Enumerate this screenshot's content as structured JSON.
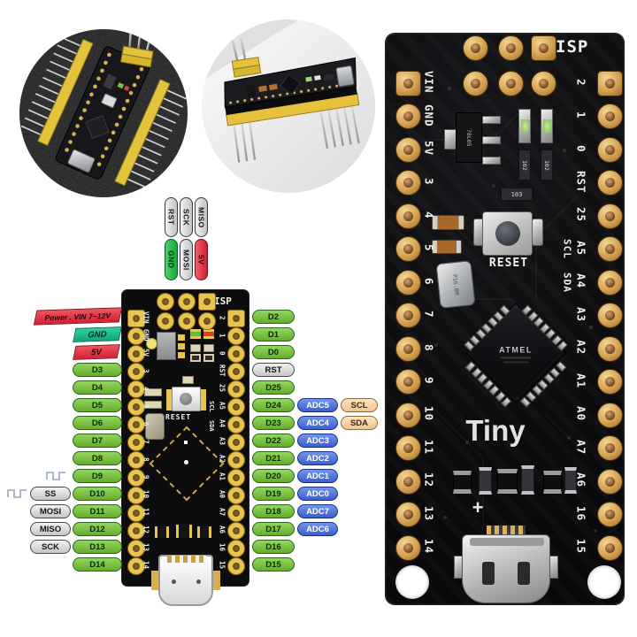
{
  "isp_flying_labels": {
    "top_row": [
      {
        "text": "RST",
        "color": "gray"
      },
      {
        "text": "SCK",
        "color": "gray"
      },
      {
        "text": "MISO",
        "color": "gray"
      }
    ],
    "bottom_row": [
      {
        "text": "GND",
        "color": "green"
      },
      {
        "text": "MOSI",
        "color": "gray"
      },
      {
        "text": "5V",
        "color": "red"
      }
    ]
  },
  "pins": {
    "left": [
      "VIN",
      "GND",
      "5V",
      "3",
      "4",
      "5",
      "6",
      "7",
      "8",
      "9",
      "10",
      "11",
      "12",
      "13",
      "14"
    ],
    "right": [
      "2",
      "1",
      "0",
      "RST",
      "25",
      "A5",
      "A4",
      "A3",
      "A2",
      "A1",
      "A0",
      "A7",
      "A6",
      "16",
      "15"
    ],
    "i2c": [
      "SCL",
      "SDA"
    ]
  },
  "board_silk": {
    "isp": "ISP",
    "reset": "RESET",
    "tiny": "Tiny",
    "plus": "+"
  },
  "markings": {
    "regulator": "78L05",
    "crystal": "P16.0M",
    "chip_logo": "ATMEL",
    "resistor_a": "102",
    "resistor_b": "103"
  },
  "pinout_left": [
    {
      "text": "Power . VIN 7~12V",
      "style": "banner-lg-red"
    },
    {
      "text": "GND",
      "style": "banner-teal"
    },
    {
      "text": "5V",
      "style": "banner-red"
    },
    {
      "text": "D3",
      "style": "green"
    },
    {
      "text": "D4",
      "style": "green"
    },
    {
      "text": "D5",
      "style": "green"
    },
    {
      "text": "D6",
      "style": "green"
    },
    {
      "text": "D7",
      "style": "green"
    },
    {
      "text": "D8",
      "style": "green"
    },
    {
      "text": "D9",
      "style": "green",
      "pwm": true
    },
    {
      "text": "D10",
      "style": "green",
      "alt": "SS",
      "pwm": true
    },
    {
      "text": "D11",
      "style": "green",
      "alt": "MOSI"
    },
    {
      "text": "D12",
      "style": "green",
      "alt": "MISO"
    },
    {
      "text": "D13",
      "style": "green",
      "alt": "SCK"
    },
    {
      "text": "D14",
      "style": "green"
    }
  ],
  "pinout_right": [
    {
      "text": "D2",
      "style": "green"
    },
    {
      "text": "D1",
      "style": "green"
    },
    {
      "text": "D0",
      "style": "green"
    },
    {
      "text": "RST",
      "style": "gray"
    },
    {
      "text": "D25",
      "style": "green"
    },
    {
      "text": "D24",
      "style": "green",
      "adc": "ADC5",
      "bus": "SCL"
    },
    {
      "text": "D23",
      "style": "green",
      "adc": "ADC4",
      "bus": "SDA"
    },
    {
      "text": "D22",
      "style": "green",
      "adc": "ADC3"
    },
    {
      "text": "D21",
      "style": "green",
      "adc": "ADC2"
    },
    {
      "text": "D20",
      "style": "green",
      "adc": "ADC1"
    },
    {
      "text": "D19",
      "style": "green",
      "adc": "ADC0"
    },
    {
      "text": "D18",
      "style": "green",
      "adc": "ADC7"
    },
    {
      "text": "D17",
      "style": "green",
      "adc": "ADC6"
    },
    {
      "text": "D16",
      "style": "green"
    },
    {
      "text": "D15",
      "style": "green"
    }
  ],
  "colors": {
    "green_pill": "#76c043",
    "blue_pill": "#4a74d8",
    "peach_pill": "#fad7a8",
    "gray_pill": "#d9d9d9",
    "red_banner": "#e8394a",
    "teal_banner": "#1ebf92",
    "pcb_black": "#0d0d10",
    "pad_gold": "#e8c54e"
  }
}
